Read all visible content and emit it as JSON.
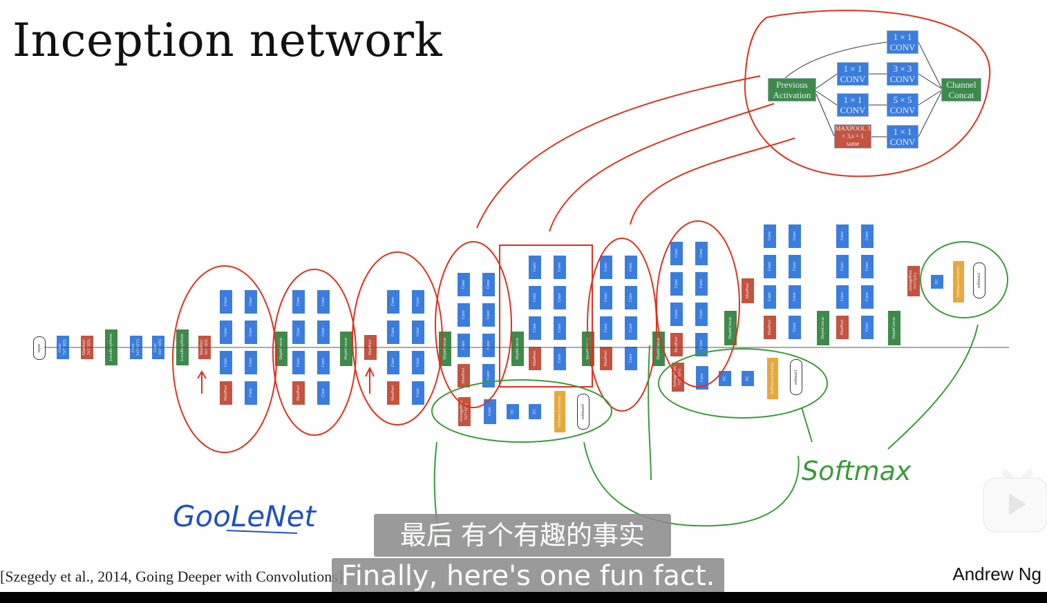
{
  "slide": {
    "title": "Inception network",
    "citation": "[Szegedy et al., 2014, Going Deeper with Convolutions]",
    "author": "Andrew Ng"
  },
  "inception_module": {
    "previous_activation": "Previous Activation",
    "branch1": "1 × 1 CONV",
    "branch2_a": "1 × 1 CONV",
    "branch2_b": "3 × 3 CONV",
    "branch3_a": "1 × 1 CONV",
    "branch3_b": "5 × 5 CONV",
    "branch4_a": "MAXPOOL 3 × 3,s = 1 same",
    "branch4_b": "1 × 1 CONV",
    "concat": "Channel Concat"
  },
  "network": {
    "input_label": "input",
    "stem": [
      "Conv 7x7+2(S)",
      "MaxPool 3x3+2(S)",
      "LocalRespNorm",
      "Conv 1x1+1(V)",
      "Conv 3x3+1(S)",
      "LocalRespNorm",
      "MaxPool 3x3+2(S)"
    ],
    "conv_label": "Conv",
    "maxpool_label": "MaxPool",
    "concat_label": "DepthConcat",
    "fc_label": "FC",
    "softmax_activation_label": "SoftmaxActivation",
    "softmax_labels": [
      "softmax0",
      "softmax1",
      "softmax2"
    ],
    "avgpool_label": "AveragePool 7x7+1(V)"
  },
  "annotations": {
    "googlenet": "GooLeNet",
    "softmax": "Softmax"
  },
  "subtitles": {
    "chinese": "最后 有个有趣的事实",
    "english": "Finally, here's one fun fact."
  },
  "colors": {
    "conv": "#3b7ddd",
    "pool": "#c4533f",
    "concat": "#3e8a4a",
    "softmax_act": "#e8a93a",
    "annotation_red": "#e0301e",
    "annotation_green": "#3a9a3a",
    "annotation_blue": "#2050c0"
  }
}
